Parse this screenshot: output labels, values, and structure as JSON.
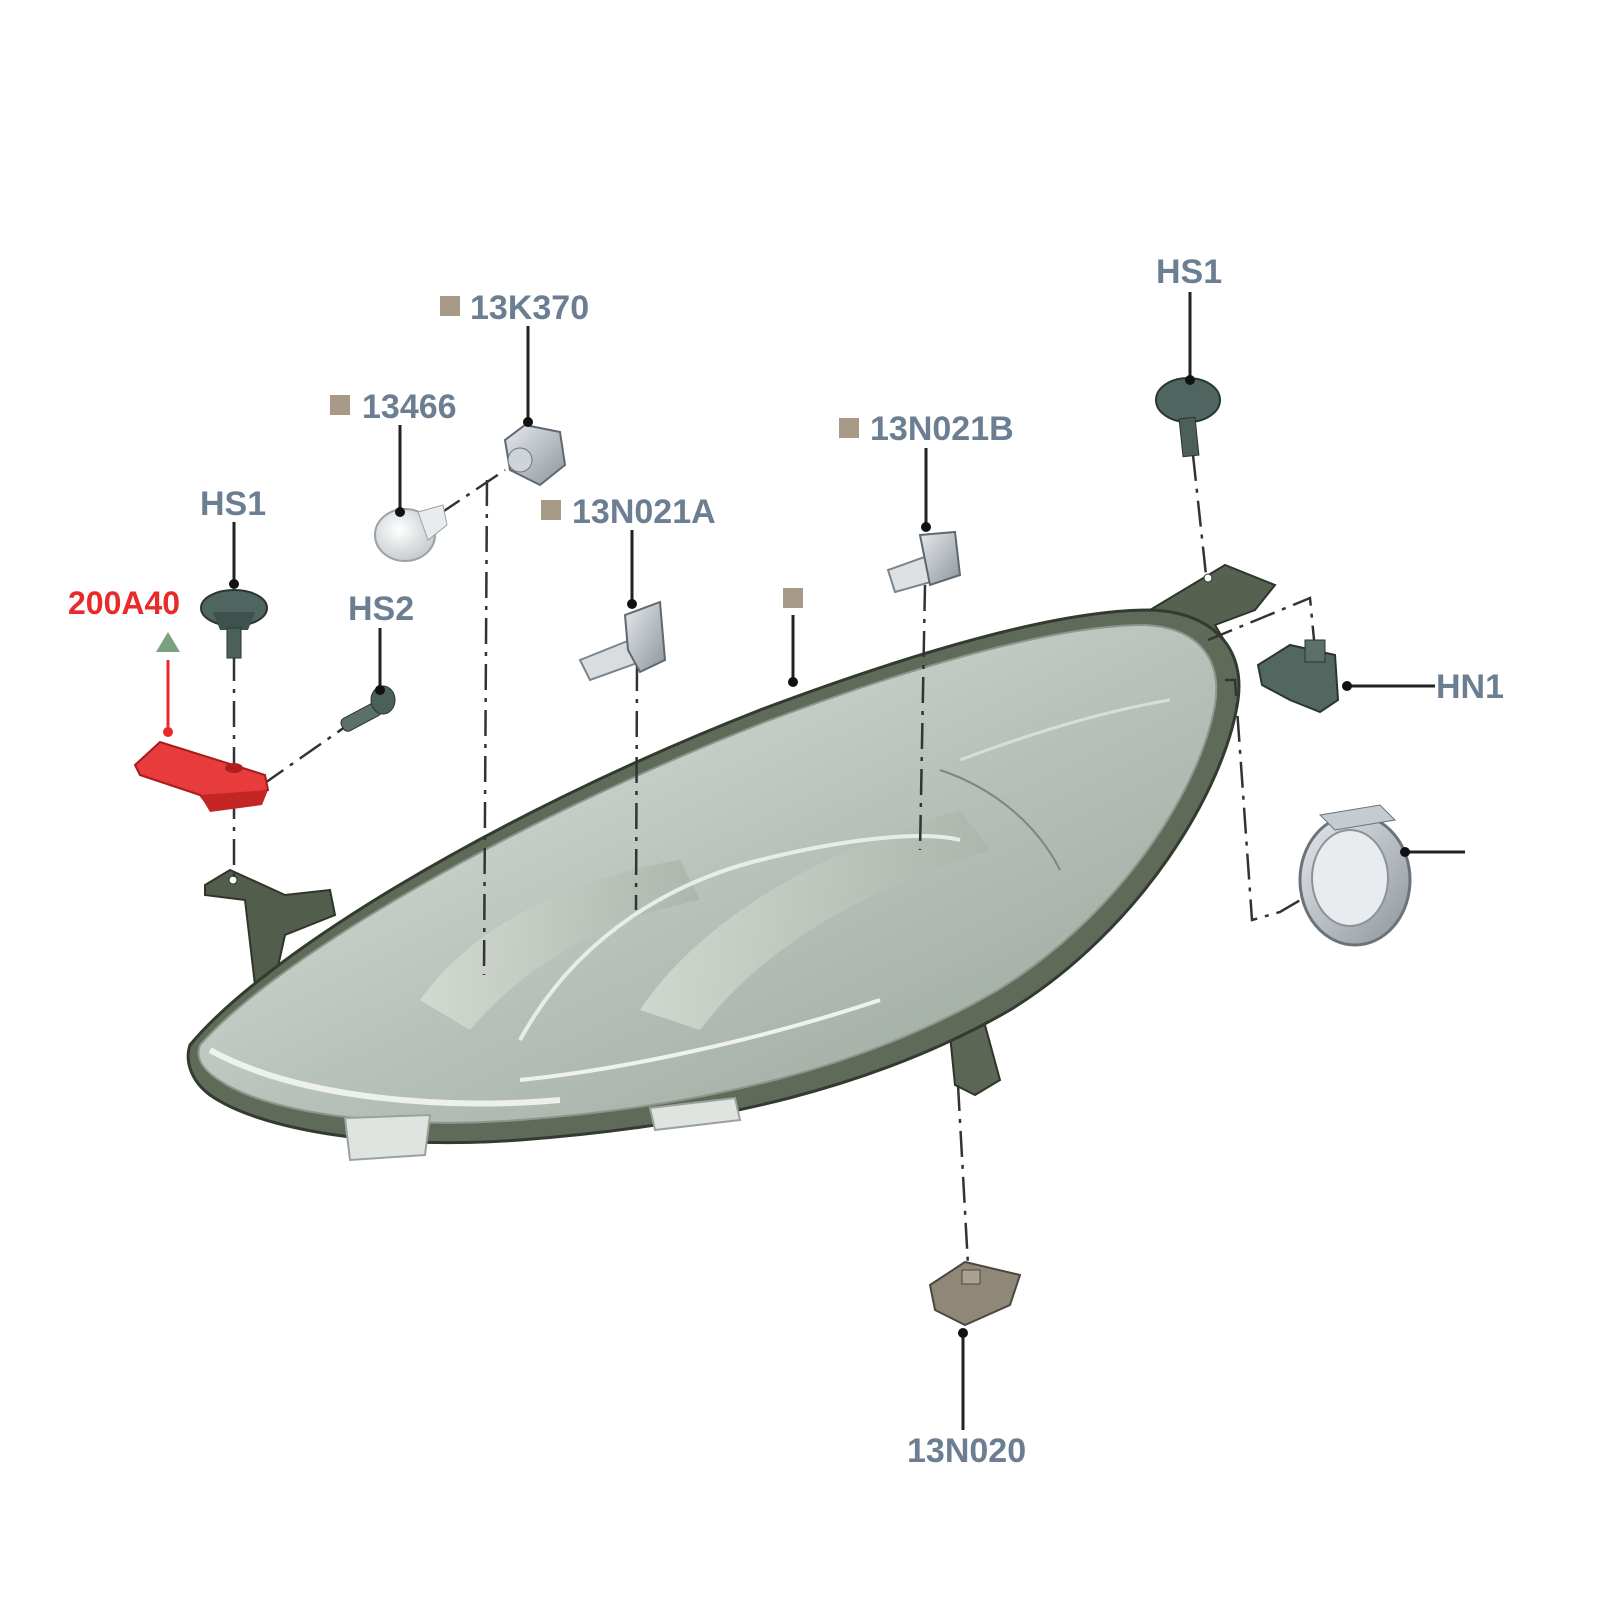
{
  "diagram": {
    "callouts": {
      "hs1_left": "HS1",
      "part_200a40": "200A40",
      "hs2": "HS2",
      "part_13466": "13466",
      "part_13k370": "13K370",
      "part_13n021a": "13N021A",
      "part_13n021b": "13N021B",
      "hs1_right": "HS1",
      "hn1": "HN1",
      "part_13n020": "13N020"
    },
    "colors": {
      "label_text": "#6b7e92",
      "highlight": "#e82a2a",
      "reference_marker": "#a79a86",
      "triangle_marker": "#7aa07f",
      "housing": "#5a6554",
      "lens": "#c9d2ca",
      "fastener": "#51675f"
    },
    "icons": {
      "reference_marker": "square-marker-icon",
      "highlight_marker": "triangle-up-icon"
    }
  }
}
